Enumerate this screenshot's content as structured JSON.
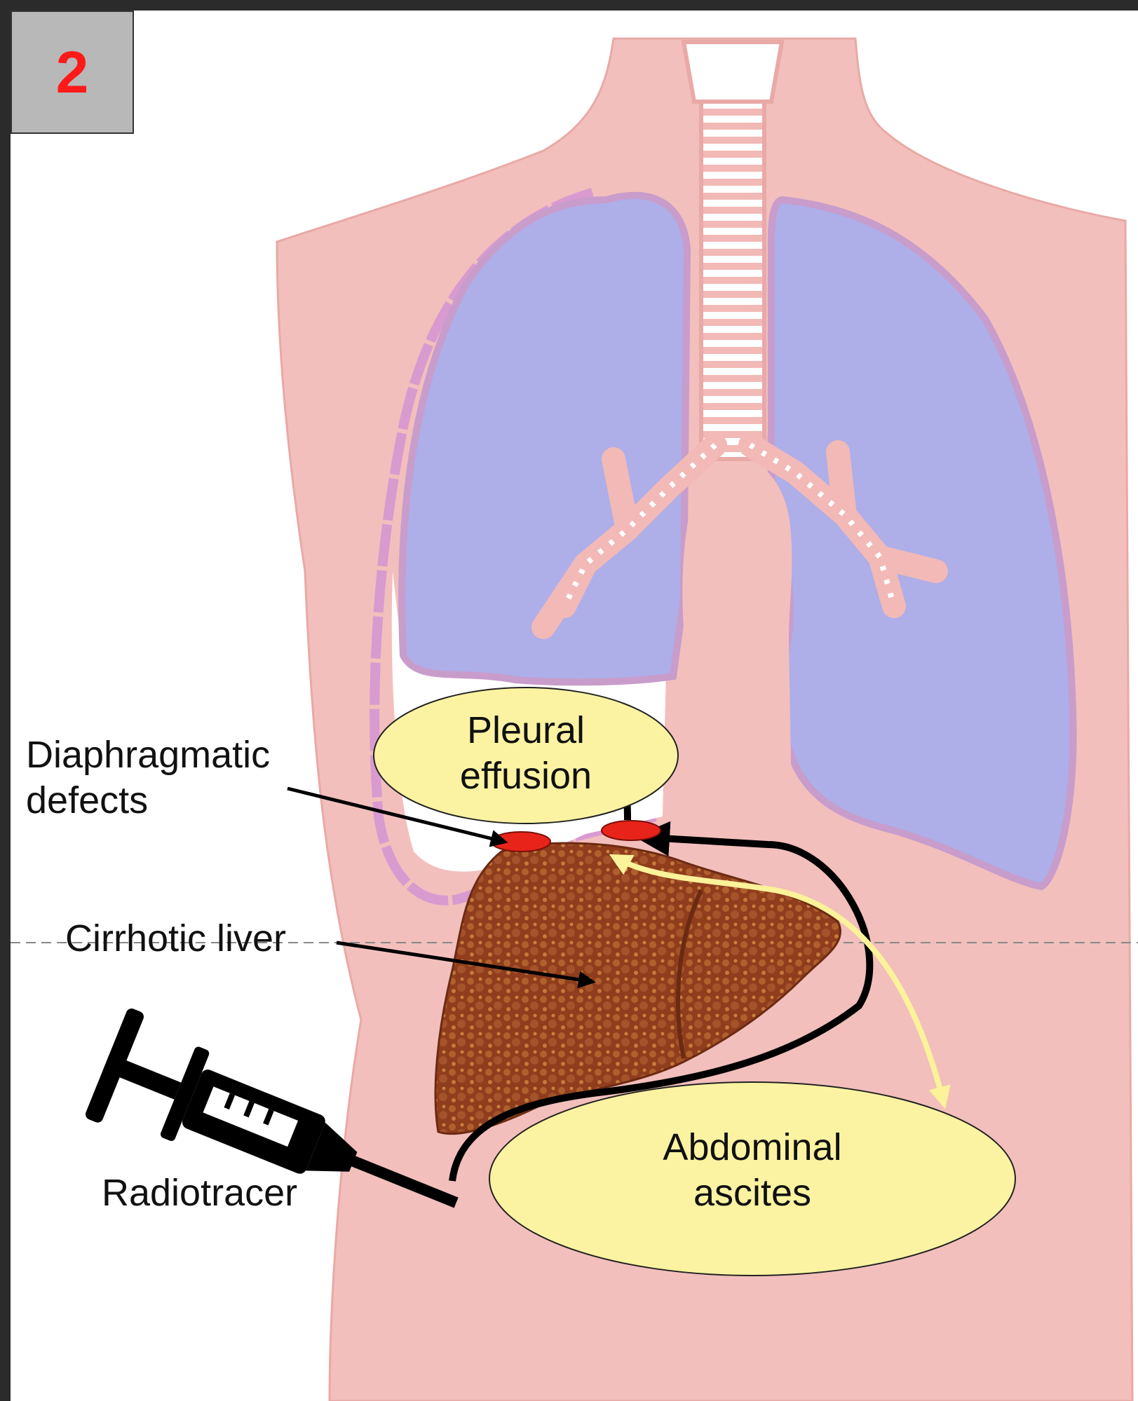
{
  "panel": {
    "number": "2"
  },
  "labels": {
    "pleural_line1": "Pleural",
    "pleural_line2": "effusion",
    "diaphragm_line1": "Diaphragmatic",
    "diaphragm_line2": "defects",
    "liver": "Cirrhotic liver",
    "radiotracer": "Radiotracer",
    "ascites_line1": "Abdominal",
    "ascites_line2": "ascites"
  },
  "colors": {
    "skin": "#f2bfbc",
    "lung": "#aeaee8",
    "lung_outline": "#c89ccb",
    "callout_fill": "#fbf3a2",
    "defect": "#e8241a",
    "liver": "#8f3d1d",
    "arrow_black": "#000000",
    "arrow_yellow": "#fbf29a",
    "badge_text": "#ff1a1a"
  }
}
